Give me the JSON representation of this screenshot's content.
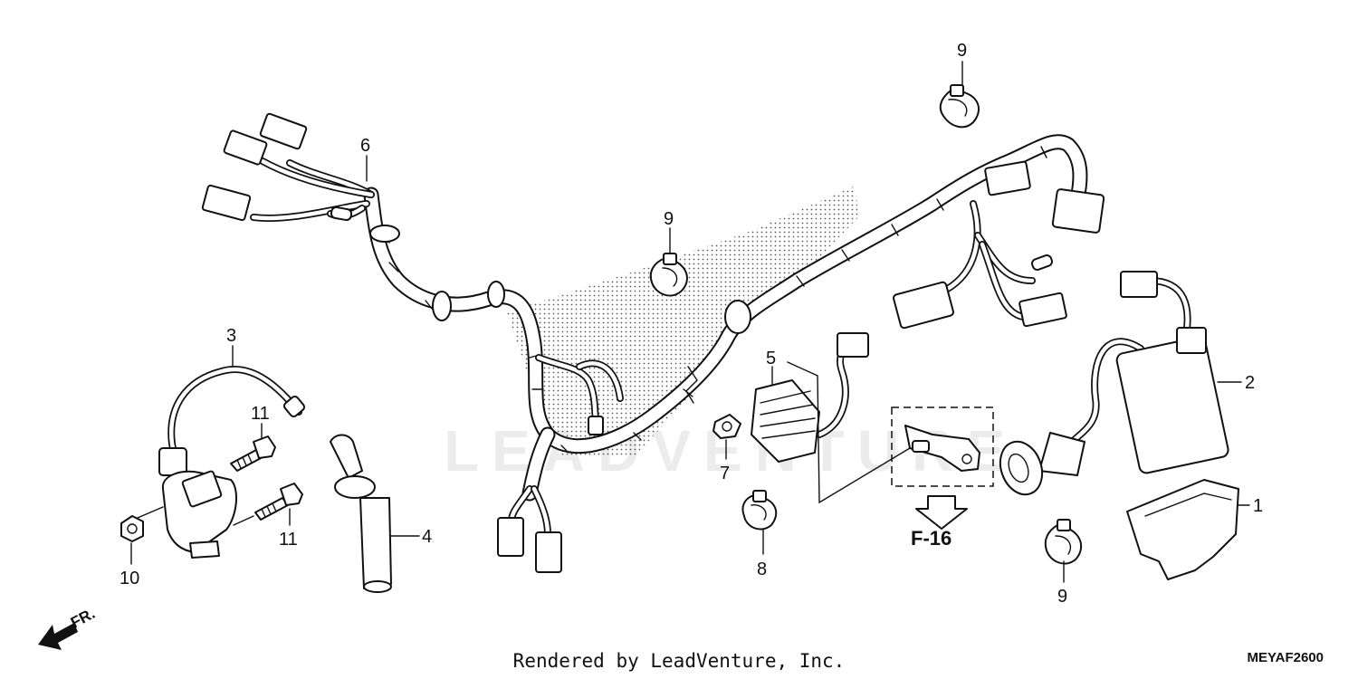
{
  "callouts": [
    {
      "label": "1",
      "part": "protector"
    },
    {
      "label": "2",
      "part": "ignition-module"
    },
    {
      "label": "3",
      "part": "ignition-coil"
    },
    {
      "label": "4",
      "part": "spark-plug-cap"
    },
    {
      "label": "5",
      "part": "regulator-rectifier"
    },
    {
      "label": "6",
      "part": "wire-harness"
    },
    {
      "label": "7",
      "part": "flange-nut"
    },
    {
      "label": "8",
      "part": "band-clamp"
    },
    {
      "label": "9",
      "part": "band-clamp"
    },
    {
      "label": "10",
      "part": "flange-nut"
    },
    {
      "label": "11",
      "part": "flange-bolt"
    }
  ],
  "labels": {
    "c1": "1",
    "c2": "2",
    "c3": "3",
    "c4": "4",
    "c5": "5",
    "c6": "6",
    "c7": "7",
    "c8": "8",
    "c9": "9",
    "c10": "10",
    "c11": "11"
  },
  "reference": "F-16",
  "front_marker": "FR.",
  "watermark": "LEADVENTURE",
  "footer": {
    "credit": "Rendered by LeadVenture, Inc.",
    "code": "MEYAF2600"
  },
  "colors": {
    "ink": "#111111",
    "background": "#ffffff"
  }
}
